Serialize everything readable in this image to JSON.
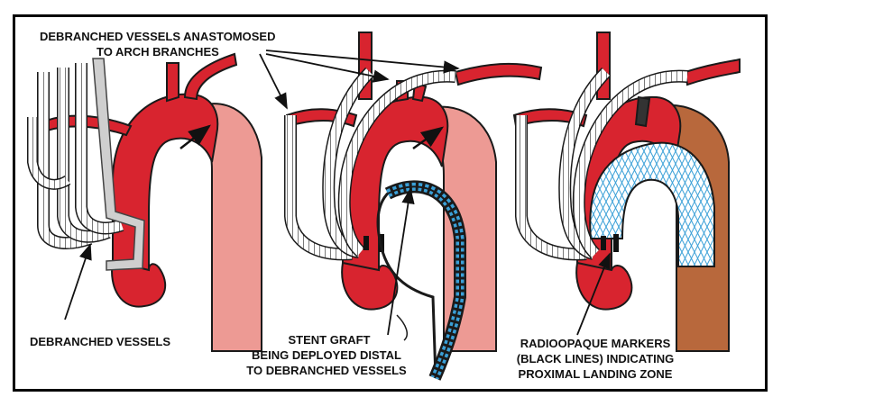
{
  "labels": {
    "top_line1": "DEBRANCHED VESSELS ANASTOMOSED",
    "top_line2": "TO ARCH BRANCHES",
    "left_bottom": "DEBRANCHED VESSELS",
    "mid_line1": "STENT GRAFT",
    "mid_line2": "BEING DEPLOYED DISTAL",
    "mid_line3": "TO DEBRANCHED VESSELS",
    "right_line1": "RADIOOPAQUE MARKERS",
    "right_line2": "(BLACK LINES) INDICATING",
    "right_line3": "PROXIMAL LANDING ZONE"
  },
  "colors": {
    "vessel_red": "#d8242f",
    "aorta_pink": "#ed9a94",
    "aorta_brown": "#b8683c",
    "graft_white": "#ffffff",
    "stent_mesh": "#3aa0d8",
    "outline": "#1a1a1a"
  },
  "panels": [
    "panel-debranched",
    "panel-deploying",
    "panel-deployed"
  ]
}
